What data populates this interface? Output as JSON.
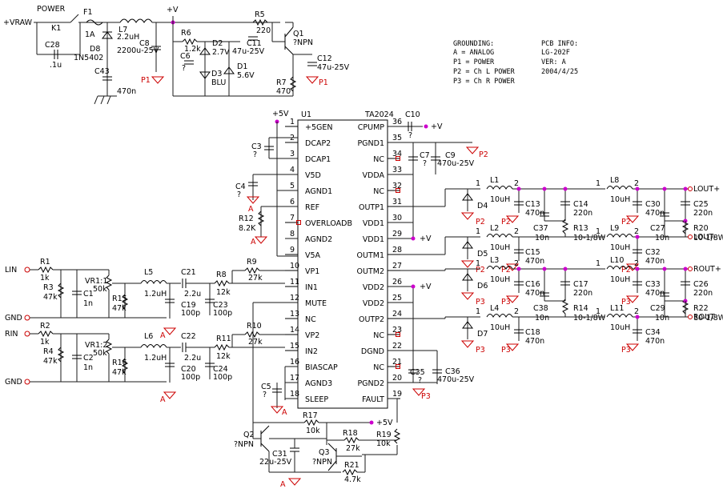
{
  "info": {
    "grounding_title": "GROUNDING:",
    "grounding": [
      "A = ANALOG",
      "P1 = POWER",
      "P2 = Ch L POWER",
      "P3 = Ch R POWER"
    ],
    "pcb_title": "PCB INFO:",
    "pcb": [
      "LG-202F",
      "VER: A",
      "2004/4/25"
    ]
  },
  "ic": {
    "ref": "U1",
    "part": "TA2024"
  },
  "pins_left": [
    {
      "num": "1",
      "name": "+5GEN"
    },
    {
      "num": "2",
      "name": "DCAP2"
    },
    {
      "num": "3",
      "name": "DCAP1"
    },
    {
      "num": "4",
      "name": "V5D"
    },
    {
      "num": "5",
      "name": "AGND1"
    },
    {
      "num": "6",
      "name": "REF"
    },
    {
      "num": "7",
      "name": "OVERLOADB"
    },
    {
      "num": "8",
      "name": "AGND2"
    },
    {
      "num": "9",
      "name": "V5A"
    },
    {
      "num": "10",
      "name": "VP1"
    },
    {
      "num": "11",
      "name": "IN1"
    },
    {
      "num": "12",
      "name": "MUTE"
    },
    {
      "num": "13",
      "name": "NC"
    },
    {
      "num": "14",
      "name": "VP2"
    },
    {
      "num": "15",
      "name": "IN2"
    },
    {
      "num": "16",
      "name": "BIASCAP"
    },
    {
      "num": "17",
      "name": "AGND3"
    },
    {
      "num": "18",
      "name": "SLEEP"
    }
  ],
  "pins_right": [
    {
      "num": "36",
      "name": "CPUMP"
    },
    {
      "num": "35",
      "name": "PGND1"
    },
    {
      "num": "34",
      "name": "NC"
    },
    {
      "num": "33",
      "name": "VDDA"
    },
    {
      "num": "32",
      "name": "NC"
    },
    {
      "num": "31",
      "name": "OUTP1"
    },
    {
      "num": "30",
      "name": "VDD1"
    },
    {
      "num": "29",
      "name": "VDD1"
    },
    {
      "num": "28",
      "name": "OUTM1"
    },
    {
      "num": "27",
      "name": "OUTM2"
    },
    {
      "num": "26",
      "name": "VDD2"
    },
    {
      "num": "25",
      "name": "VDD2"
    },
    {
      "num": "24",
      "name": "OUTP2"
    },
    {
      "num": "23",
      "name": "NC"
    },
    {
      "num": "22",
      "name": "DGND"
    },
    {
      "num": "21",
      "name": "NC"
    },
    {
      "num": "20",
      "name": "PGND2"
    },
    {
      "num": "19",
      "name": "FAULT"
    }
  ],
  "labels": {
    "vraw": "+VRAW",
    "power": "POWER",
    "k1": "K1",
    "f1": "F1",
    "f1v": "1A",
    "c28": "C28",
    "c28v": ".1u",
    "l7": "L7",
    "l7v": "2.2uH",
    "d8": "D8",
    "d8v": "1N5402",
    "c8": "C8",
    "c8v": "2200u-25V",
    "c43": "C43",
    "c43v": "470n",
    "vplus": "+V",
    "r5": "R5",
    "r5v": "220",
    "q1": "Q1",
    "q1v": "?NPN",
    "r6": "R6",
    "r6v": "1.2k",
    "d2": "D2",
    "d2v": "2.7V",
    "c11": "C11",
    "c11v": "47u-25V",
    "c6": "C6",
    "c6v": "?",
    "d1": "D1",
    "d1v": "5.6V",
    "d3": "D3",
    "d3v": "BLU",
    "c12": "C12",
    "c12v": "47u-25V",
    "r7": "R7",
    "r7v": "470",
    "p1": "P1",
    "p2": "P2",
    "p3": "P3",
    "a": "A",
    "v5": "+5V",
    "c10": "C10",
    "c7": "C7",
    "c7v": "?",
    "c9": "C9",
    "c9v": "470u-25V",
    "c3": "C3",
    "c3v": "?",
    "c4": "C4",
    "c4v": "?",
    "r12": "R12",
    "r12v": "8.2K",
    "c5": "C5",
    "c5v": "?",
    "lin": "LIN",
    "rin": "RIN",
    "gnd": "GND",
    "r1": "R1",
    "r1v": "1k",
    "r2": "R2",
    "r2v": "1k",
    "r3": "R3",
    "r3v": "47k",
    "r4": "R4",
    "r4v": "47k",
    "c1": "C1",
    "c1v": "1n",
    "c2": "C2",
    "c2v": "1n",
    "vr11": "VR1:1",
    "vr12": "VR1:2",
    "vr1v": "50k",
    "r15": "R15",
    "r15v": "47k",
    "r16": "R16",
    "r16v": "47k",
    "l5": "L5",
    "l6": "L6",
    "l56v": "1.2uH",
    "c21": "C21",
    "c22": "C22",
    "c2122v": "2.2u",
    "c19": "C19",
    "c20": "C20",
    "c1920v": "100p",
    "c23": "C23",
    "c24": "C24",
    "c2324v": "100p",
    "r8": "R8",
    "r11": "R11",
    "r811v": "12k",
    "r9": "R9",
    "r10": "R10",
    "r910v": "27k",
    "r17": "R17",
    "r17v": "10k",
    "r18": "R18",
    "r18v": "27k",
    "r19": "R19",
    "r19v": "10k",
    "r21": "R21",
    "r21v": "4.7k",
    "q2": "Q2",
    "q2v": "?NPN",
    "q3": "Q3",
    "q3v": "?NPN",
    "c31": "C31",
    "c31v": "22u-25V",
    "c35": "C35",
    "c35v": "?",
    "c36": "C36",
    "c36v": "470u-25V",
    "l1": "L1",
    "l2": "L2",
    "l3": "L3",
    "l4": "L4",
    "l8": "L8",
    "l9": "L9",
    "l10": "L10",
    "l11": "L11",
    "lv": "10uH",
    "d4": "D4",
    "d5": "D5",
    "d6": "D6",
    "d7": "D7",
    "c13": "C13",
    "c15": "C15",
    "c16": "C16",
    "c18": "C18",
    "c470": "470n",
    "c14": "C14",
    "c17": "C17",
    "c220": "220n",
    "c37": "C37",
    "c38": "C38",
    "c10n": "10n",
    "r13": "R13",
    "r14": "R14",
    "r20": "R20",
    "r22": "R22",
    "rout": "10-1/8W",
    "c30": "C30",
    "c32": "C32",
    "c33": "C33",
    "c34": "C34",
    "c27": "C27",
    "c29": "C29",
    "c25": "C25",
    "c26": "C26",
    "loutp": "LOUT+",
    "loutm": "LOUT-",
    "routp": "ROUT+",
    "routm": "ROUT-"
  }
}
